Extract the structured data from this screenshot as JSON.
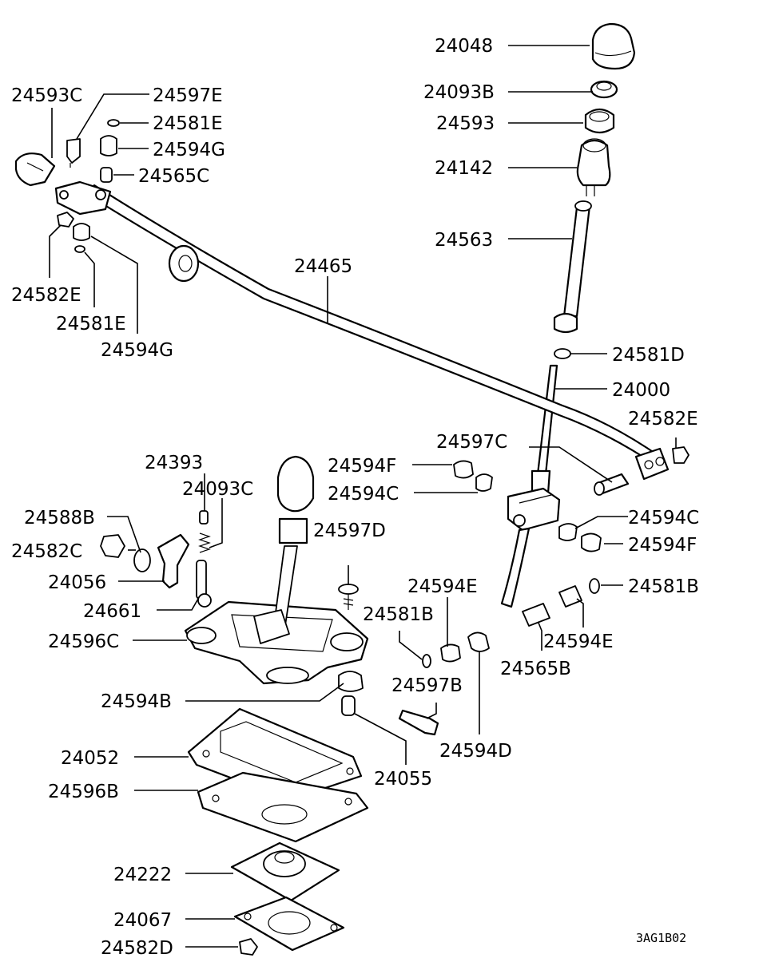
{
  "parts": [
    {
      "id": "p24048",
      "number": "24048"
    },
    {
      "id": "p24093B",
      "number": "24093B"
    },
    {
      "id": "p24593",
      "number": "24593"
    },
    {
      "id": "p24142",
      "number": "24142"
    },
    {
      "id": "p24563",
      "number": "24563"
    },
    {
      "id": "p24593C",
      "number": "24593C"
    },
    {
      "id": "p24597E",
      "number": "24597E"
    },
    {
      "id": "p24581E_top",
      "number": "24581E"
    },
    {
      "id": "p24594G_top",
      "number": "24594G"
    },
    {
      "id": "p24565C",
      "number": "24565C"
    },
    {
      "id": "p24465",
      "number": "24465"
    },
    {
      "id": "p24582E_left",
      "number": "24582E"
    },
    {
      "id": "p24581E_low",
      "number": "24581E"
    },
    {
      "id": "p24594G_low",
      "number": "24594G"
    },
    {
      "id": "p24581D",
      "number": "24581D"
    },
    {
      "id": "p24000",
      "number": "24000"
    },
    {
      "id": "p24582E_right",
      "number": "24582E"
    },
    {
      "id": "p24597C",
      "number": "24597C"
    },
    {
      "id": "p24393",
      "number": "24393"
    },
    {
      "id": "p24093C",
      "number": "24093C"
    },
    {
      "id": "p24594F_left",
      "number": "24594F"
    },
    {
      "id": "p24594C_left",
      "number": "24594C"
    },
    {
      "id": "p24588B",
      "number": "24588B"
    },
    {
      "id": "p24594C_right",
      "number": "24594C"
    },
    {
      "id": "p24597D",
      "number": "24597D"
    },
    {
      "id": "p24582C",
      "number": "24582C"
    },
    {
      "id": "p24594F_right",
      "number": "24594F"
    },
    {
      "id": "p24056",
      "number": "24056"
    },
    {
      "id": "p24594E_left",
      "number": "24594E"
    },
    {
      "id": "p24581B_right",
      "number": "24581B"
    },
    {
      "id": "p24661",
      "number": "24661"
    },
    {
      "id": "p24581B_left",
      "number": "24581B"
    },
    {
      "id": "p24596C",
      "number": "24596C"
    },
    {
      "id": "p24594E_right",
      "number": "24594E"
    },
    {
      "id": "p24565B",
      "number": "24565B"
    },
    {
      "id": "p24597B",
      "number": "24597B"
    },
    {
      "id": "p24594B",
      "number": "24594B"
    },
    {
      "id": "p24594D",
      "number": "24594D"
    },
    {
      "id": "p24052",
      "number": "24052"
    },
    {
      "id": "p24055",
      "number": "24055"
    },
    {
      "id": "p24596B",
      "number": "24596B"
    },
    {
      "id": "p24222",
      "number": "24222"
    },
    {
      "id": "p24067",
      "number": "24067"
    },
    {
      "id": "p24582D",
      "number": "24582D"
    }
  ],
  "diagram_code": "3AG1B02"
}
